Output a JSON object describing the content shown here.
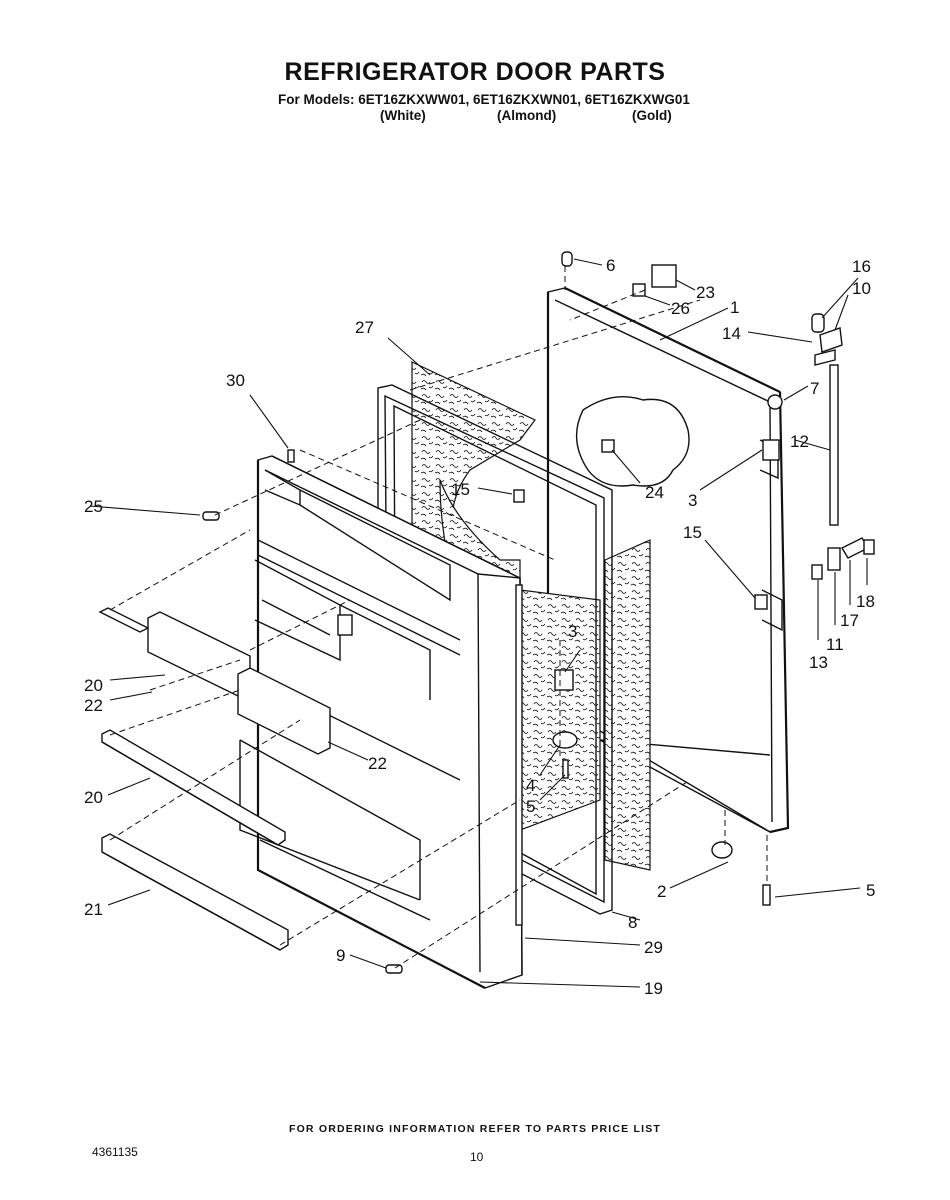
{
  "header": {
    "title": "REFRIGERATOR DOOR PARTS",
    "models_line": "For Models: 6ET16ZKXWW01, 6ET16ZKXWN01, 6ET16ZKXWG01",
    "variants": [
      "(White)",
      "(Almond)",
      "(Gold)"
    ]
  },
  "callouts": [
    "1",
    "2",
    "3",
    "3",
    "4",
    "5",
    "5",
    "6",
    "7",
    "8",
    "9",
    "10",
    "11",
    "12",
    "13",
    "14",
    "15",
    "15",
    "16",
    "17",
    "18",
    "19",
    "20",
    "20",
    "21",
    "22",
    "22",
    "23",
    "24",
    "25",
    "26",
    "27",
    "29",
    "30"
  ],
  "footer": {
    "note": "FOR ORDERING INFORMATION REFER TO PARTS PRICE LIST",
    "doc_number": "4361135",
    "page_number": "10"
  }
}
